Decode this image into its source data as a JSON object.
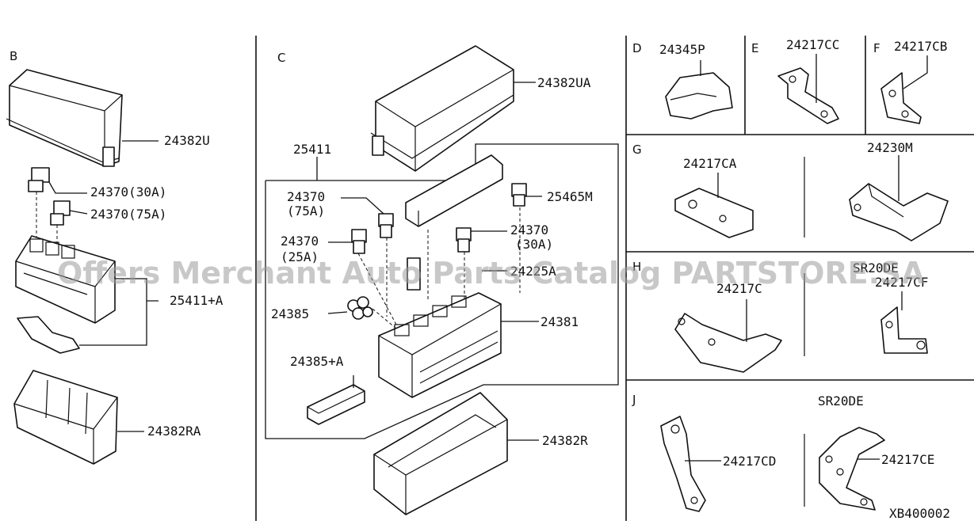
{
  "sections": {
    "B": "B",
    "C": "C",
    "D": "D",
    "E": "E",
    "F": "F",
    "G": "G",
    "H": "H",
    "J": "J"
  },
  "engine_labels": {
    "h": "SR20DE",
    "j": "SR20DE"
  },
  "parts": {
    "p24382U": "24382U",
    "p24370_30A_B": "24370(30A)",
    "p24370_75A_B": "24370(75A)",
    "p25411A_B": "25411+A",
    "p24382RA": "24382RA",
    "p24382UA": "24382UA",
    "p25411": "25411",
    "p24370_75A_C": "24370",
    "p75A": "(75A)",
    "p24370_25A": "24370",
    "p25A": "(25A)",
    "p25465M": "25465M",
    "p24370_30A_C": "24370",
    "p30A": "(30A)",
    "p24225A": "24225A",
    "p24385": "24385",
    "p24381": "24381",
    "p24385A": "24385+A",
    "p24382R": "24382R",
    "p24345P": "24345P",
    "p24217CC": "24217CC",
    "p24217CB": "24217CB",
    "p24217CA": "24217CA",
    "p24230M": "24230M",
    "p24217C": "24217C",
    "p24217CF": "24217CF",
    "p24217CD": "24217CD",
    "p24217CE": "24217CE"
  },
  "watermark": "Offers Merchant Auto Parts Catalog PARTSTORE.SA",
  "diagram_code": "XB400002"
}
